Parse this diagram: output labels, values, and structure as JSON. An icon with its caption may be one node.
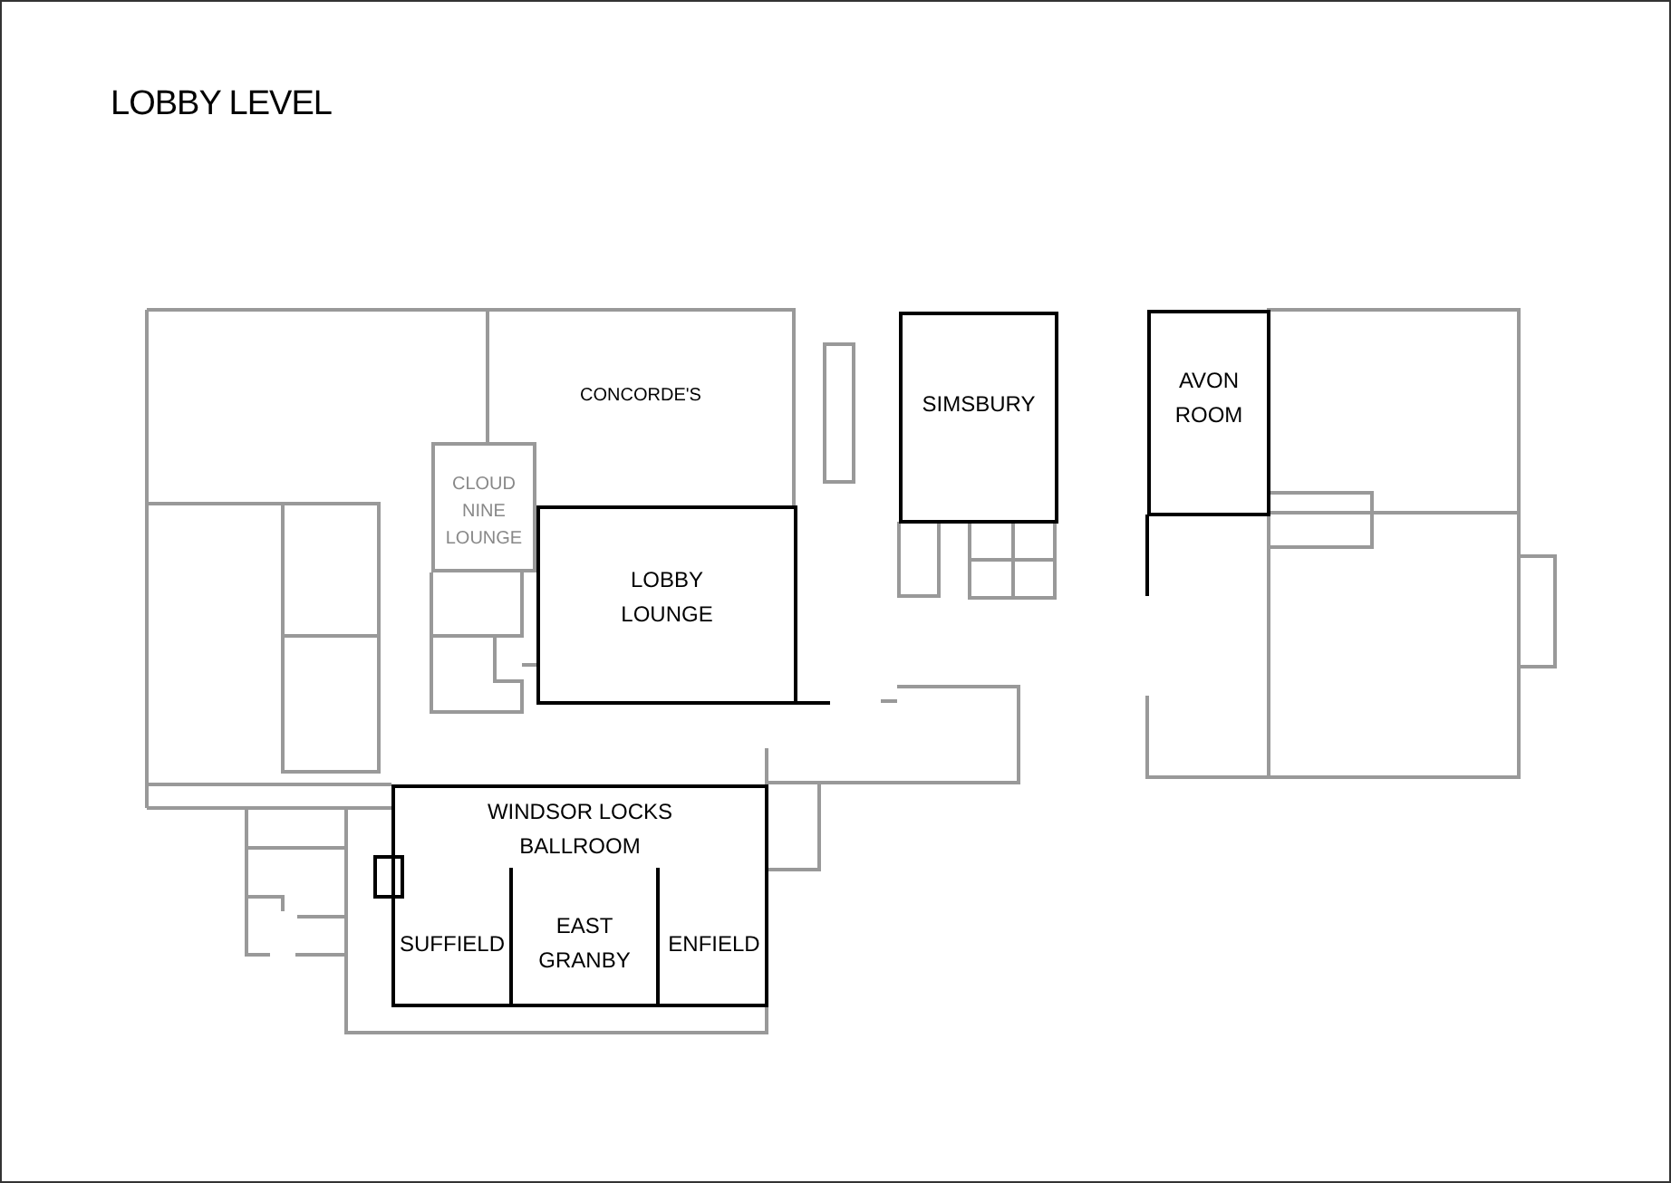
{
  "diagram": {
    "title": "LOBBY LEVEL",
    "nodes": [
      {
        "text": [
          "CONCORDE'S"
        ]
      },
      {
        "text": [
          "CLOUD NINE LOUNGE"
        ]
      },
      {
        "text": [
          "LOBBY LOUNGE"
        ]
      },
      {
        "text": [
          "SIMSBURY"
        ]
      },
      {
        "text": [
          "AVON ROOM"
        ]
      },
      {
        "text": [
          "WINDSOR LOCKS BALLROOM"
        ]
      },
      {
        "text": [
          "SUFFIELD"
        ],
        "in": 5
      },
      {
        "text": [
          "EAST GRANBY"
        ],
        "in": 5
      },
      {
        "text": [
          "ENFIELD"
        ],
        "in": 5
      }
    ]
  }
}
